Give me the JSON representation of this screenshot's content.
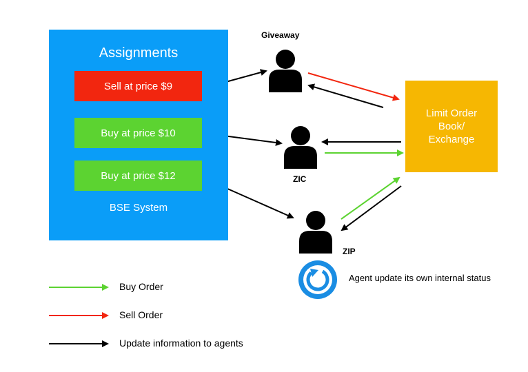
{
  "panel": {
    "title": "Assignments",
    "tasks": [
      {
        "label": "Sell at price $9",
        "color": "#f2260f"
      },
      {
        "label": "Buy at price $10",
        "color": "#5cd331"
      },
      {
        "label": "Buy at price $12",
        "color": "#5cd331"
      }
    ],
    "system_label": "BSE System",
    "color": "#0a9df8"
  },
  "exchange": {
    "label": "Limit Order\nBook/\nExchange",
    "color": "#f6b702"
  },
  "agents": {
    "giveaway": "Giveaway",
    "zic": "ZIC",
    "zip": "ZIP"
  },
  "status_note": "Agent update its own internal status",
  "status_icon": "refresh-icon",
  "legend": [
    {
      "label": "Buy Order",
      "color": "#5cd331"
    },
    {
      "label": "Sell Order",
      "color": "#f2260f"
    },
    {
      "label": "Update information to agents",
      "color": "#000000"
    }
  ]
}
